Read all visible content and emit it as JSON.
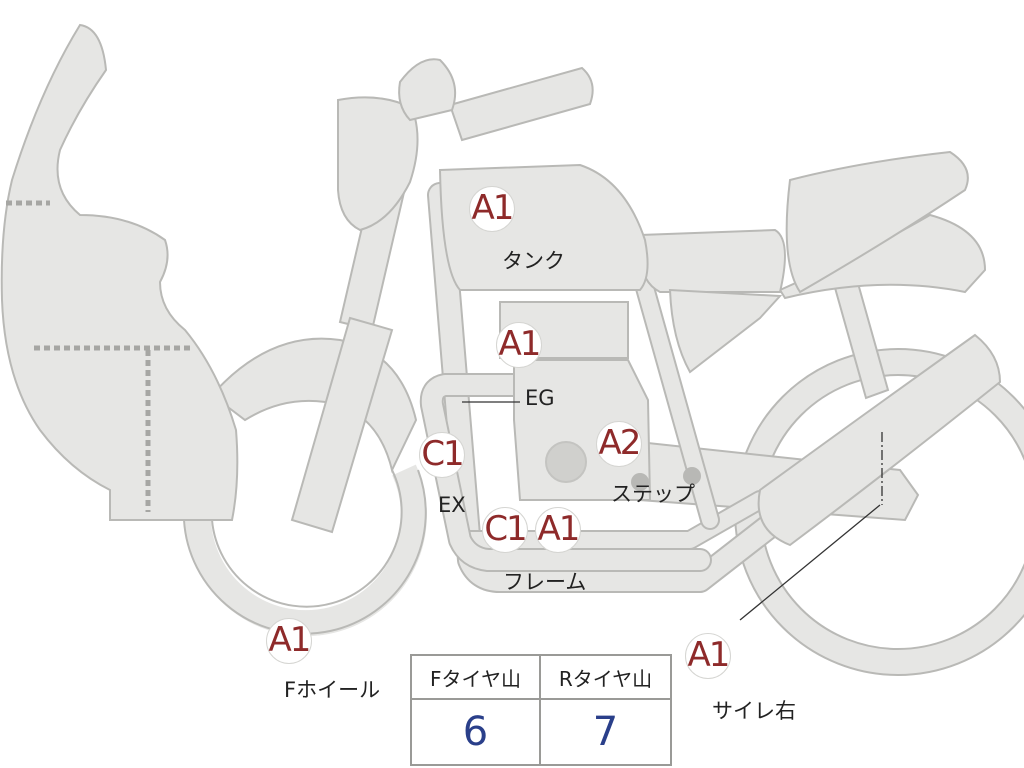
{
  "parts": [
    {
      "id": "tank",
      "grade": "A1",
      "label": "タンク"
    },
    {
      "id": "engine",
      "grade": "A1",
      "label": "EG"
    },
    {
      "id": "exhaust",
      "grade": "C1",
      "label": "EX"
    },
    {
      "id": "step",
      "grade": "A2",
      "label": "ステップ"
    },
    {
      "id": "frame",
      "grade": "C1",
      "grade2": "A1",
      "label": "フレーム"
    },
    {
      "id": "front_wheel",
      "grade": "A1",
      "label": "Fホイール"
    },
    {
      "id": "muffler_r",
      "grade": "A1",
      "label": "サイレ右"
    }
  ],
  "tire_table": {
    "headers": [
      "Fタイヤ山",
      "Rタイヤ山"
    ],
    "values": [
      "6",
      "7"
    ]
  },
  "colors": {
    "grade_text": "#8e2a2a",
    "value_text": "#2a3f8a",
    "part_fill": "#e6e6e4",
    "part_outline": "#b9b9b6"
  }
}
